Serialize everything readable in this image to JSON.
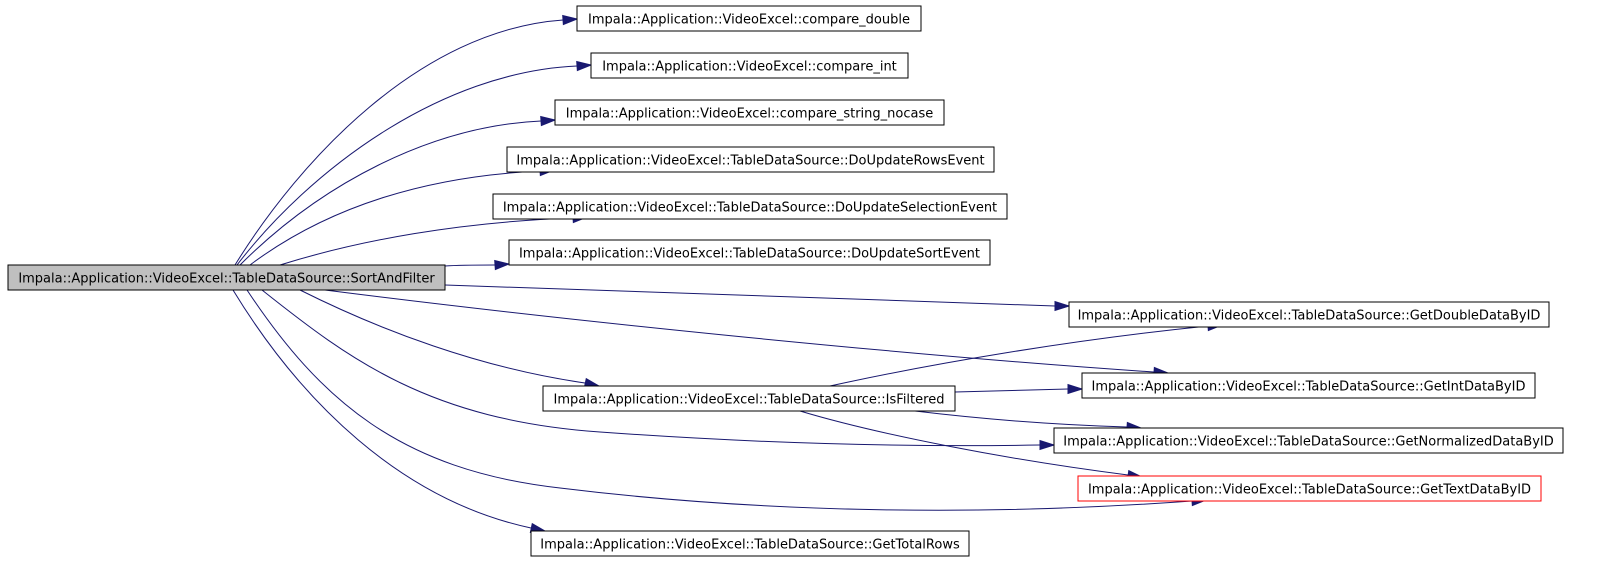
{
  "colors": {
    "edge": "#191970",
    "node_border": "#000000",
    "root_fill": "#bfbfbf",
    "highlight_border": "#ff0000",
    "node_fill": "#ffffff"
  },
  "nodes": [
    {
      "id": "sort_and_filter",
      "label": "Impala::Application::VideoExcel::TableDataSource::SortAndFilter",
      "style": "root"
    },
    {
      "id": "compare_double",
      "label": "Impala::Application::VideoExcel::compare_double",
      "style": "normal"
    },
    {
      "id": "compare_int",
      "label": "Impala::Application::VideoExcel::compare_int",
      "style": "normal"
    },
    {
      "id": "compare_string_nocase",
      "label": "Impala::Application::VideoExcel::compare_string_nocase",
      "style": "normal"
    },
    {
      "id": "do_update_rows_event",
      "label": "Impala::Application::VideoExcel::TableDataSource::DoUpdateRowsEvent",
      "style": "normal"
    },
    {
      "id": "do_update_selection_event",
      "label": "Impala::Application::VideoExcel::TableDataSource::DoUpdateSelectionEvent",
      "style": "normal"
    },
    {
      "id": "do_update_sort_event",
      "label": "Impala::Application::VideoExcel::TableDataSource::DoUpdateSortEvent",
      "style": "normal"
    },
    {
      "id": "get_double_data_by_id",
      "label": "Impala::Application::VideoExcel::TableDataSource::GetDoubleDataByID",
      "style": "normal"
    },
    {
      "id": "get_int_data_by_id",
      "label": "Impala::Application::VideoExcel::TableDataSource::GetIntDataByID",
      "style": "normal"
    },
    {
      "id": "is_filtered",
      "label": "Impala::Application::VideoExcel::TableDataSource::IsFiltered",
      "style": "normal"
    },
    {
      "id": "get_normalized_data_by_id",
      "label": "Impala::Application::VideoExcel::TableDataSource::GetNormalizedDataByID",
      "style": "normal"
    },
    {
      "id": "get_text_data_by_id",
      "label": "Impala::Application::VideoExcel::TableDataSource::GetTextDataByID",
      "style": "highlight"
    },
    {
      "id": "get_total_rows",
      "label": "Impala::Application::VideoExcel::TableDataSource::GetTotalRows",
      "style": "normal"
    }
  ],
  "edges": [
    {
      "from": "sort_and_filter",
      "to": "compare_double"
    },
    {
      "from": "sort_and_filter",
      "to": "compare_int"
    },
    {
      "from": "sort_and_filter",
      "to": "compare_string_nocase"
    },
    {
      "from": "sort_and_filter",
      "to": "do_update_rows_event"
    },
    {
      "from": "sort_and_filter",
      "to": "do_update_selection_event"
    },
    {
      "from": "sort_and_filter",
      "to": "do_update_sort_event"
    },
    {
      "from": "sort_and_filter",
      "to": "get_double_data_by_id"
    },
    {
      "from": "sort_and_filter",
      "to": "get_int_data_by_id"
    },
    {
      "from": "sort_and_filter",
      "to": "is_filtered"
    },
    {
      "from": "sort_and_filter",
      "to": "get_normalized_data_by_id"
    },
    {
      "from": "sort_and_filter",
      "to": "get_text_data_by_id"
    },
    {
      "from": "sort_and_filter",
      "to": "get_total_rows"
    },
    {
      "from": "is_filtered",
      "to": "get_double_data_by_id"
    },
    {
      "from": "is_filtered",
      "to": "get_int_data_by_id"
    },
    {
      "from": "is_filtered",
      "to": "get_normalized_data_by_id"
    },
    {
      "from": "is_filtered",
      "to": "get_text_data_by_id"
    }
  ]
}
